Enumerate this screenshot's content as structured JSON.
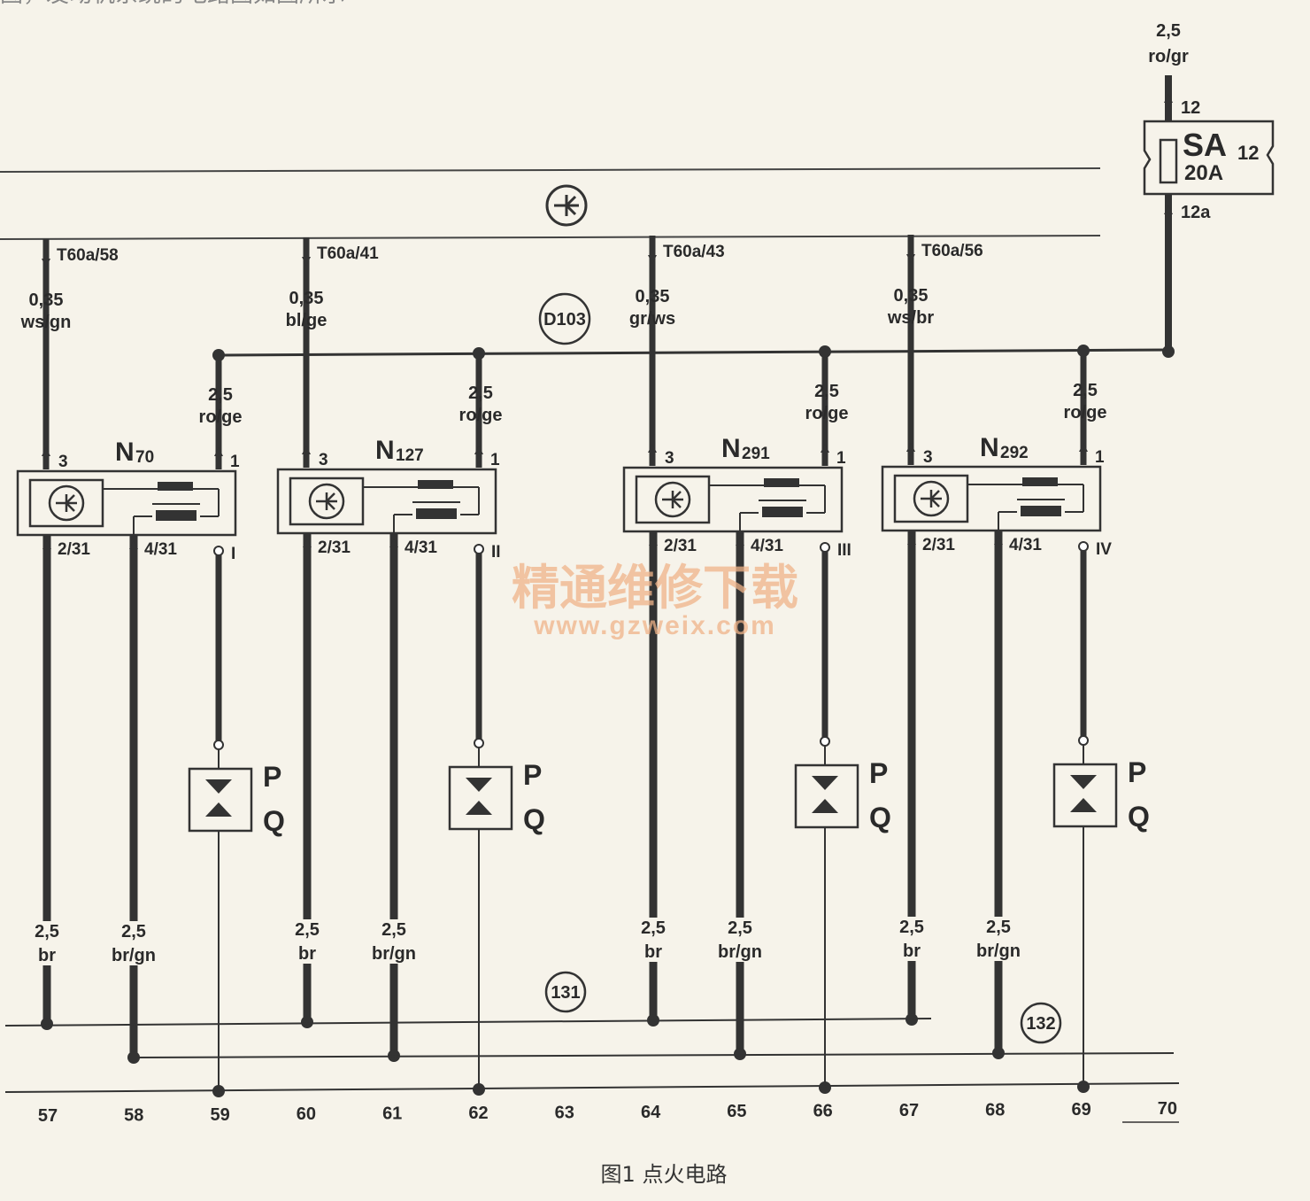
{
  "top_text": "图，发动机系统的电路图如图所示",
  "caption": "图1  点火电路",
  "watermark": {
    "line1": "精通维修下载",
    "line2": "www.gzweix.com"
  },
  "ground_points": [
    "131",
    "132"
  ],
  "splice": "D103",
  "fuse": {
    "name": "SA",
    "sub": "12",
    "rating": "20A",
    "pin_in": "12",
    "pin_out": "12a",
    "wire_size": "2,5",
    "wire_color": "ro/gr"
  },
  "coils": [
    {
      "name": "N",
      "sub": "70",
      "connector": "T60a/58",
      "sig_size": "0,35",
      "sig_color": "ws/gn",
      "pwr_size": "2,5",
      "pwr_color": "ro/ge",
      "pin3": "3",
      "pin1": "1",
      "pin_a": "2/31",
      "pin_b": "4/31",
      "cyl": "I"
    },
    {
      "name": "N",
      "sub": "127",
      "connector": "T60a/41",
      "sig_size": "0,35",
      "sig_color": "bl/ge",
      "pwr_size": "2,5",
      "pwr_color": "ro/ge",
      "pin3": "3",
      "pin1": "1",
      "pin_a": "2/31",
      "pin_b": "4/31",
      "cyl": "II"
    },
    {
      "name": "N",
      "sub": "291",
      "connector": "T60a/43",
      "sig_size": "0,35",
      "sig_color": "gr/ws",
      "pwr_size": "2,5",
      "pwr_color": "ro/ge",
      "pin3": "3",
      "pin1": "1",
      "pin_a": "2/31",
      "pin_b": "4/31",
      "cyl": "III"
    },
    {
      "name": "N",
      "sub": "292",
      "connector": "T60a/56",
      "sig_size": "0,35",
      "sig_color": "ws/br",
      "pwr_size": "2,5",
      "pwr_color": "ro/ge",
      "pin3": "3",
      "pin1": "1",
      "pin_a": "2/31",
      "pin_b": "4/31",
      "cyl": "IV"
    }
  ],
  "spark": {
    "p": "P",
    "q": "Q"
  },
  "ground_wires": [
    {
      "size": "2,5",
      "color": "br"
    },
    {
      "size": "2,5",
      "color": "br/gn"
    },
    {
      "size": "2,5",
      "color": "br"
    },
    {
      "size": "2,5",
      "color": "br/gn"
    },
    {
      "size": "2,5",
      "color": "br"
    },
    {
      "size": "2,5",
      "color": "br/gn"
    },
    {
      "size": "2,5",
      "color": "br"
    },
    {
      "size": "2,5",
      "color": "br/gn"
    }
  ],
  "columns": [
    "57",
    "58",
    "59",
    "60",
    "61",
    "62",
    "63",
    "64",
    "65",
    "66",
    "67",
    "68",
    "69",
    "70"
  ]
}
